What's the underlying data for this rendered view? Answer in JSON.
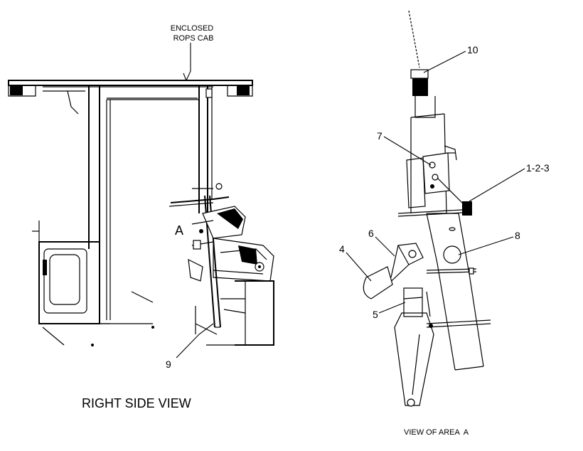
{
  "diagram": {
    "callouts": {
      "enclosed_rops_cab_line1": "ENCLOSED",
      "enclosed_rops_cab_line2": "ROPS CAB",
      "area_marker": "A",
      "item_9": "9",
      "item_10": "10",
      "item_7": "7",
      "item_1_2_3": "1-2-3",
      "item_6": "6",
      "item_4": "4",
      "item_8": "8",
      "item_5": "5"
    },
    "captions": {
      "right_side_view": "RIGHT SIDE VIEW",
      "view_of_area_a": "VIEW OF AREA  A"
    }
  }
}
